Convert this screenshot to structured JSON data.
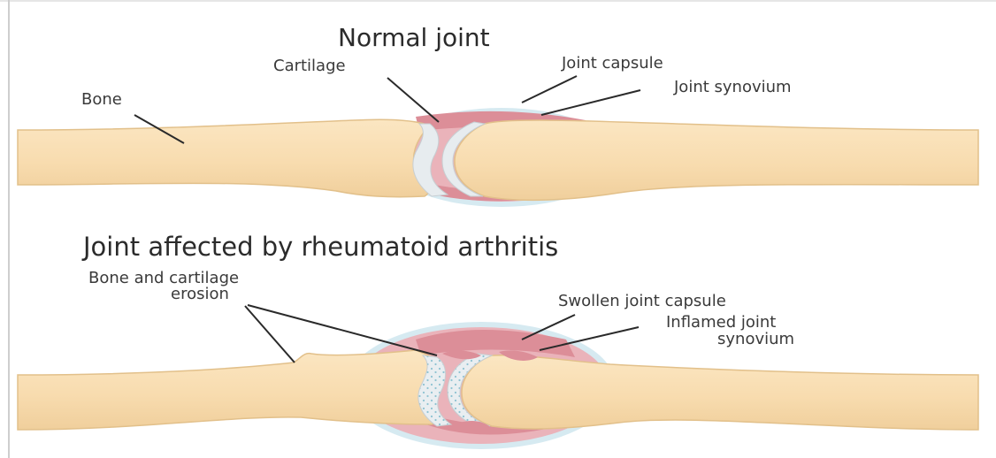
{
  "normal": {
    "title": "Normal joint",
    "labels": {
      "bone": "Bone",
      "cartilage": "Cartilage",
      "capsule": "Joint capsule",
      "synovium": "Joint synovium"
    }
  },
  "affected": {
    "title": "Joint affected by rheumatoid arthritis",
    "labels": {
      "erosion_line1": "Bone and cartilage",
      "erosion_line2": "erosion",
      "capsule": "Swollen joint capsule",
      "synovium_line1": "Inflamed joint",
      "synovium_line2": "synovium"
    }
  },
  "colors": {
    "bone": "#f8ddb0",
    "bone_edge": "#e6c48e",
    "capsule_outer": "#cfe6ef",
    "synovium": "#dc8e98",
    "synovium_light": "#f0c9ce",
    "cartilage": "#e6ebee"
  }
}
